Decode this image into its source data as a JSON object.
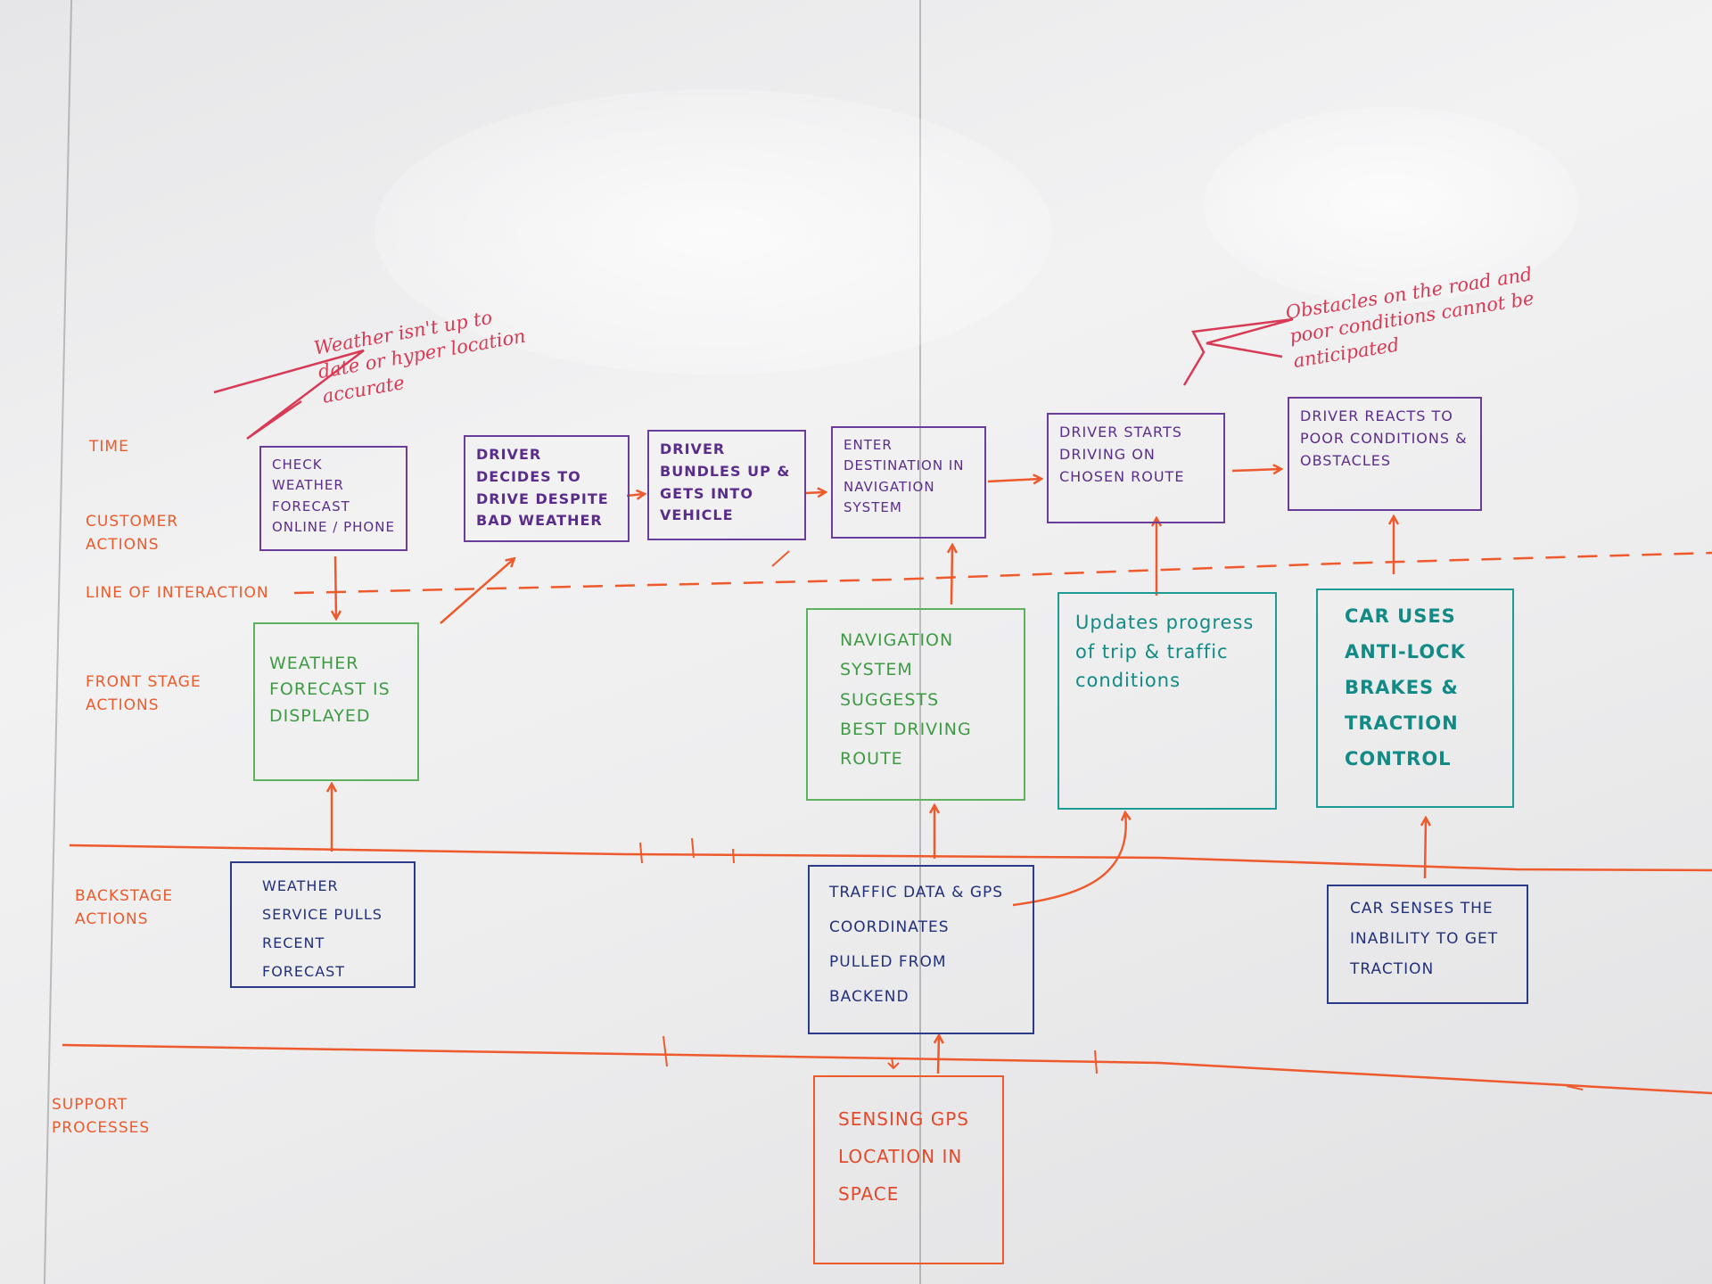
{
  "lanes": {
    "time": "TIME",
    "customer_actions": "CUSTOMER ACTIONS",
    "line_of_interaction": "LINE OF INTERACTION",
    "front_stage": "FRONT STAGE ACTIONS",
    "backstage": "BACKSTAGE ACTIONS",
    "support": "SUPPORT PROCESSES"
  },
  "customer": {
    "check_weather": "CHECK WEATHER FORECAST ONLINE / PHONE",
    "decides_to_drive": "DRIVER DECIDES TO DRIVE DESPITE BAD WEATHER",
    "bundles_up": "DRIVER BUNDLES UP & GETS INTO VEHICLE",
    "enter_destination": "ENTER DESTINATION IN NAVIGATION SYSTEM",
    "starts_driving": "DRIVER STARTS DRIVING ON CHOSEN ROUTE",
    "reacts": "DRIVER REACTS TO POOR CONDITIONS & OBSTACLES"
  },
  "front_stage": {
    "weather_displayed": "WEATHER FORECAST IS DISPLAYED",
    "nav_suggests": "NAVIGATION SYSTEM SUGGESTS BEST DRIVING ROUTE",
    "updates_progress": "Updates progress of trip & traffic conditions",
    "anti_lock": "CAR USES ANTI-LOCK BRAKES & TRACTION CONTROL"
  },
  "backstage": {
    "weather_service": "WEATHER SERVICE PULLS RECENT FORECAST",
    "traffic_data": "TRAFFIC DATA & GPS COORDINATES PULLED FROM BACKEND",
    "car_senses": "CAR SENSES THE INABILITY TO GET TRACTION"
  },
  "support": {
    "sensing_gps": "SENSING GPS LOCATION IN SPACE"
  },
  "pain_points": {
    "weather_accuracy": "Weather isn't up to date or hyper location accurate",
    "obstacles": "Obstacles on the road and poor conditions cannot be anticipated"
  }
}
